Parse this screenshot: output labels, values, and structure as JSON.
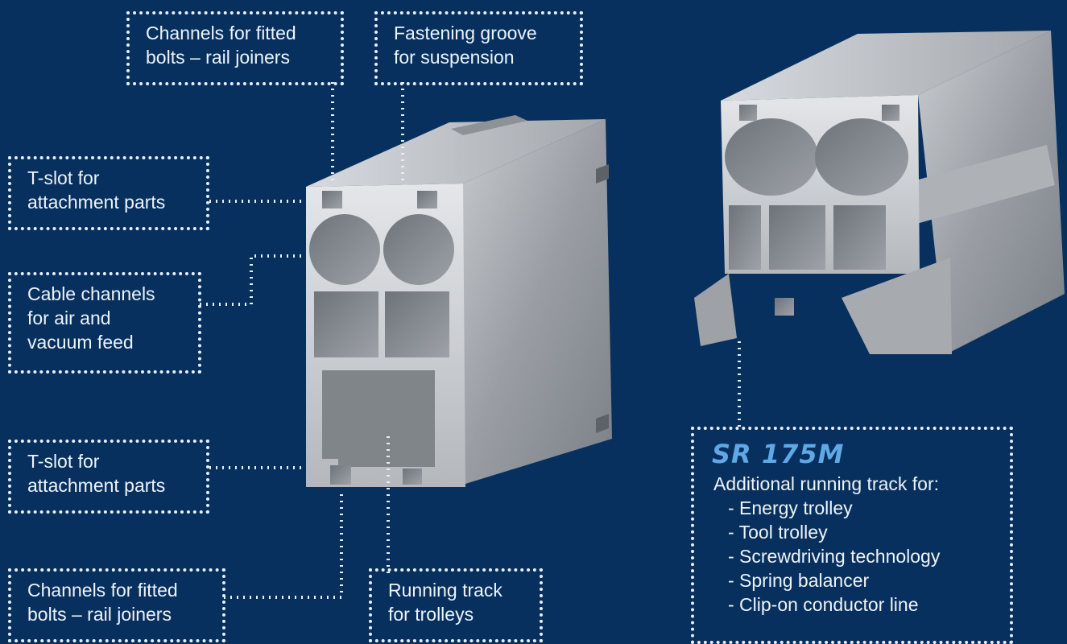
{
  "callouts": {
    "top_left": [
      "Channels for fitted",
      "bolts – rail joiners"
    ],
    "top_right": [
      "Fastening groove",
      "for suspension"
    ],
    "tslot_upper": [
      "T-slot for",
      "attachment parts"
    ],
    "cable": [
      "Cable channels",
      "for air and",
      "vacuum feed"
    ],
    "tslot_lower": [
      "T-slot for",
      "attachment parts"
    ],
    "bottom_left": [
      "Channels for fitted",
      "bolts – rail joiners"
    ],
    "bottom_mid": [
      "Running track",
      "for trolleys"
    ]
  },
  "sr175m": {
    "title": "SR 175M",
    "lead": "Additional running track for:",
    "items": [
      "- Energy trolley",
      "- Tool trolley",
      "- Screwdriving technology",
      "- Spring balancer",
      "- Clip-on conductor line"
    ]
  },
  "colors": {
    "background": "#07305e",
    "callout_border": "#e8eef5",
    "title_accent": "#5fa8e6",
    "aluminium": "#a9adb2"
  }
}
